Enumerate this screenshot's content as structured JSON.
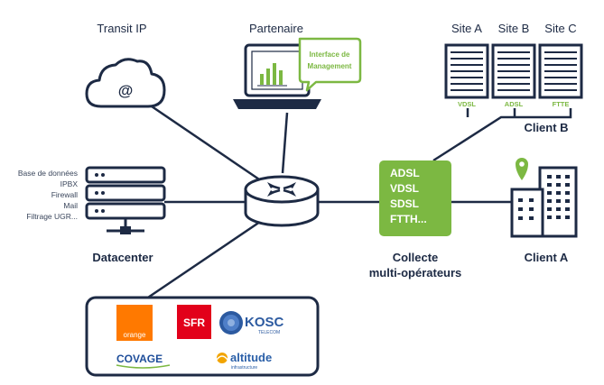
{
  "labels": {
    "transit_ip": "Transit IP",
    "partenaire": "Partenaire",
    "interface_line1": "Interface de",
    "interface_line2": "Management",
    "site_a": "Site A",
    "site_b": "Site B",
    "site_c": "Site C",
    "client_b": "Client B",
    "client_a": "Client A",
    "datacenter": "Datacenter",
    "collecte_line1": "Collecte",
    "collecte_line2": "multi-opérateurs"
  },
  "datacenter_services": [
    "Base de données",
    "IPBX",
    "Firewall",
    "Mail",
    "Filtrage UGR..."
  ],
  "site_links": {
    "a": "VDSL",
    "b": "ADSL",
    "c": "FTTE"
  },
  "collecte_technologies": [
    "ADSL",
    "VDSL",
    "SDSL",
    "FTTH..."
  ],
  "cloud_symbol": "@",
  "operators": {
    "orange": "orange",
    "sfr": "SFR",
    "kosc": "KOSC",
    "kosc_sub": "TELECOM",
    "covage": "COVAGE",
    "altitude": "altitude",
    "altitude_sub": "infrastructure"
  },
  "colors": {
    "navy": "#1d2a44",
    "green": "#7cb842",
    "orange": "#ff7900",
    "sfr_red": "#e2001a",
    "kosc_blue": "#2c5aa0",
    "covage_blue": "#1e4d9a",
    "altitude_blue": "#2a5fa8"
  }
}
